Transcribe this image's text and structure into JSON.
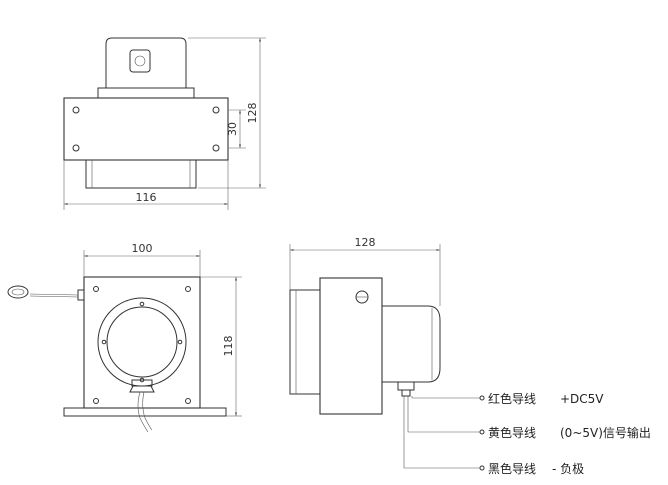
{
  "dimensions": {
    "top_height": "128",
    "top_flange": "30",
    "top_width": "116",
    "front_width": "100",
    "front_height": "118",
    "side_width": "128"
  },
  "wires": [
    {
      "name": "红色导线",
      "signal": "+DC5V"
    },
    {
      "name": "黄色导线",
      "signal": "(0~5V)信号输出"
    },
    {
      "name": "黑色导线",
      "signal": "- 负极"
    }
  ]
}
